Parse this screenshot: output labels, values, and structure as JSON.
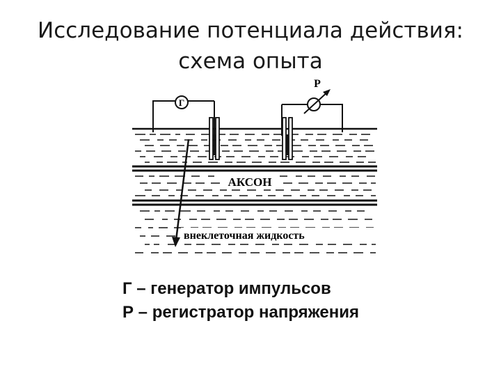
{
  "title": {
    "line1": "Исследование потенциала действия:",
    "line2": "схема опыта"
  },
  "diagram": {
    "label_generator": "Г",
    "label_recorder": "Р",
    "label_axon": "АКСОН",
    "label_fluid": "внеклеточная жидкость"
  },
  "legend": {
    "line1": "Г – генератор импульсов",
    "line2": "Р – регистратор напряжения"
  },
  "colors": {
    "ink": "#111111",
    "background": "#ffffff"
  }
}
